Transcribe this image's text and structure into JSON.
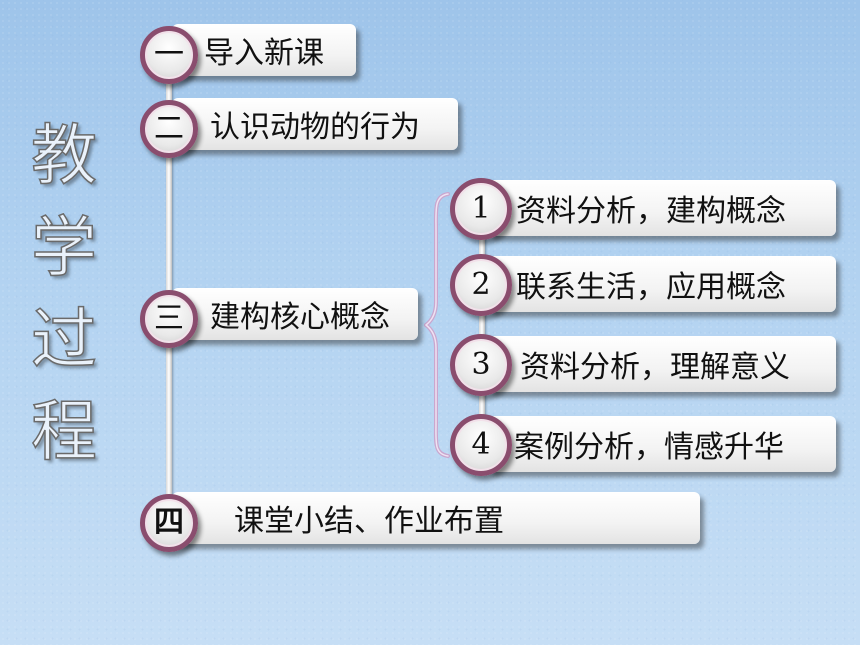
{
  "title_chars": [
    "教",
    "学",
    "过",
    "程"
  ],
  "main_items": [
    {
      "marker": "一",
      "label": "导入新课"
    },
    {
      "marker": "二",
      "label": "认识动物的行为"
    },
    {
      "marker": "三",
      "label": "建构核心概念"
    },
    {
      "marker": "四",
      "label": "课堂小结、作业布置"
    }
  ],
  "sub_items": [
    {
      "marker": "1",
      "label": "资料分析，建构概念"
    },
    {
      "marker": "2",
      "label": "联系生活，应用概念"
    },
    {
      "marker": "3",
      "label": "资料分析，理解意义"
    },
    {
      "marker": "4",
      "label": "案例分析，情感升华"
    }
  ],
  "colors": {
    "background": "#b3d3f1",
    "circle_ring": "#8a4d6e",
    "bracket": "#c9a7cf",
    "box": "#f3f3f3"
  }
}
